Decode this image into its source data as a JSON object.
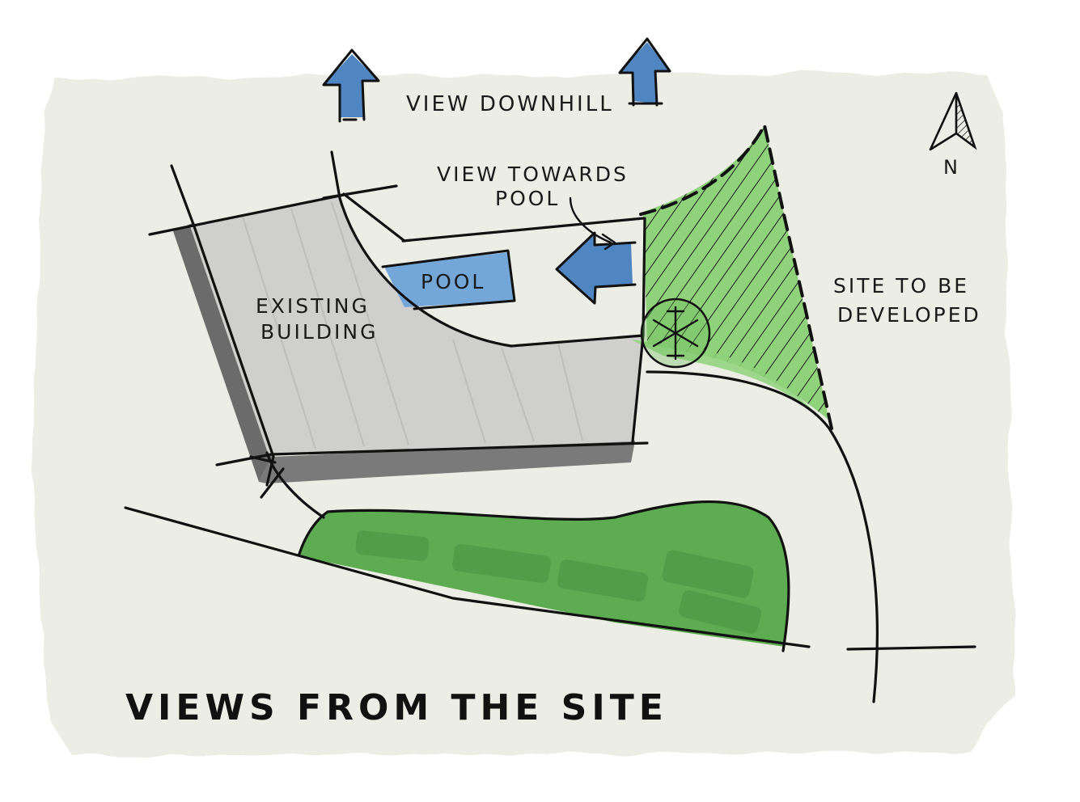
{
  "title": "VIEWS FROM THE SITE",
  "labels": {
    "view_downhill": "VIEW DOWNHILL",
    "view_towards_line1": "VIEW TOWARDS",
    "view_towards_line2": "POOL",
    "pool": "POOL",
    "existing_line1": "EXISTING",
    "existing_line2": "BUILDING",
    "site_line1": "SITE TO BE",
    "site_line2": "DEVELOPED",
    "north": "N"
  },
  "icons": [
    "north-arrow-icon",
    "tree-icon",
    "view-arrow-icon"
  ],
  "colors": {
    "paper": "#ecede4",
    "building": "#cfcfcd",
    "building_shadow": "#6d6d6d",
    "pool": "#74a6d8",
    "view_arrow": "#4f86c2",
    "site_green": "#8fd27b",
    "vegetation": "#5eac52",
    "ink": "#111111"
  }
}
